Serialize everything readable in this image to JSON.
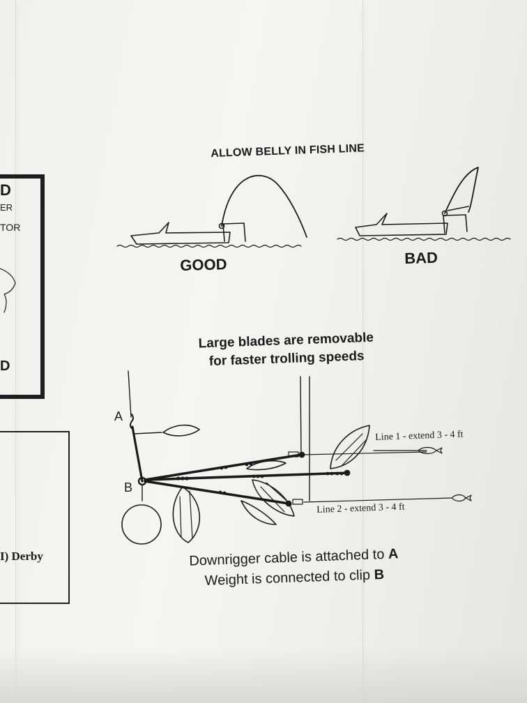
{
  "belly_diagram": {
    "heading": "ALLOW BELLY IN FISH LINE",
    "good_label": "GOOD",
    "bad_label": "BAD"
  },
  "rig_diagram": {
    "blades_note_line1": "Large blades are removable",
    "blades_note_line2": "for faster trolling speeds",
    "line1_label": "Line 1 - extend 3 - 4 ft",
    "line2_label": "Line 2 - extend 3 - 4 ft",
    "point_a": "A",
    "point_b": "B",
    "caption_line1": "Downrigger cable is attached to",
    "caption_line1_bold": "A",
    "caption_line2": "Weight is connected to clip",
    "caption_line2_bold": "B"
  },
  "left_panel": {
    "box_text_1": "D",
    "box_text_2": "ER",
    "box_text_3": "TOR",
    "box_text_4": "D",
    "derby_text": "I) Derby"
  }
}
